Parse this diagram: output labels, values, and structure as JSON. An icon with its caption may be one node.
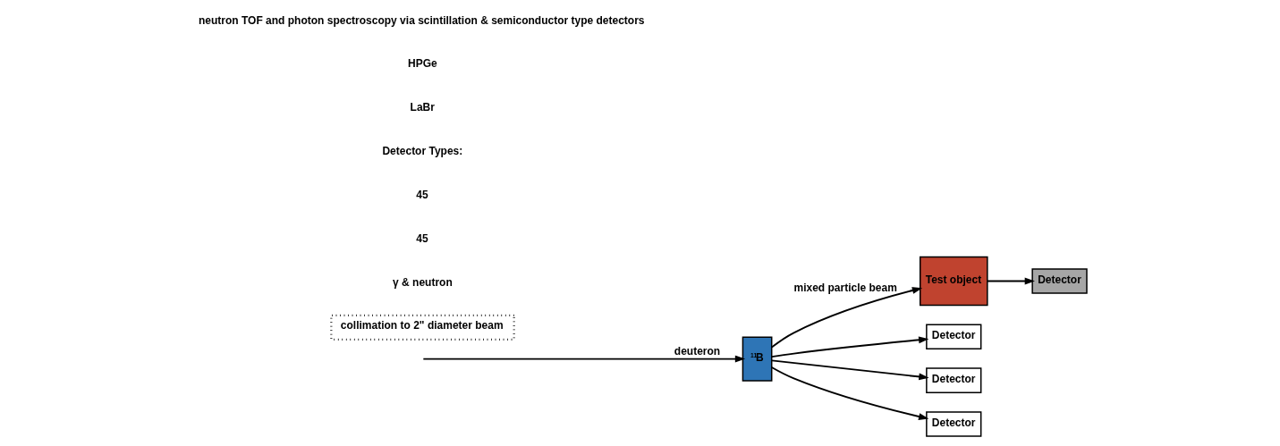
{
  "diagram": {
    "nodes": [
      {
        "text": [
          "$^{11}$B"
        ]
      },
      {
        "text": [
          "Test object"
        ]
      },
      {
        "text": [
          "Detector"
        ]
      },
      {
        "text": [
          "Detector"
        ]
      },
      {
        "text": [
          "Detector"
        ]
      },
      {
        "text": [
          "Detector"
        ]
      },
      {
        "text": [
          "collimation to 2\" diameter beam"
        ]
      }
    ],
    "edges": [
      {
        "from": null,
        "to": 0,
        "arrow": "to",
        "label": "deuteron"
      },
      {
        "from": 0,
        "to": 1,
        "arrow": "to",
        "label": "mixed particle beam"
      },
      {
        "from": 1,
        "to": 2,
        "arrow": "to"
      },
      {
        "from": 0,
        "to": 3,
        "arrow": "to"
      },
      {
        "from": 0,
        "to": 4,
        "arrow": "to"
      },
      {
        "from": 0,
        "to": 5,
        "arrow": "to"
      }
    ],
    "labels": [
      "γ & neutron",
      "45",
      "45",
      "Detector Types:",
      "LaBr",
      "HPGe",
      "neutron TOF and photon spectroscopy via scintillation & semiconductor type detectors"
    ]
  }
}
